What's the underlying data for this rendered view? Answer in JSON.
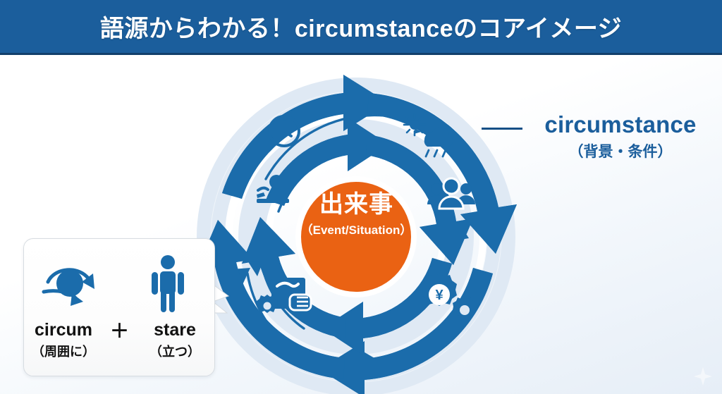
{
  "header": {
    "title": "語源からわかる！circumstanceのコアイメージ"
  },
  "diagram": {
    "center": {
      "label_jp": "出来事",
      "label_en": "（Event/Situation）",
      "color": "#ea6213"
    },
    "ring_color": "#1b6cab",
    "ring_band_color": "#dde8f4",
    "icons": [
      {
        "name": "clock-icon",
        "title": "時間",
        "position": "top-left"
      },
      {
        "name": "weather-icon",
        "title": "天候",
        "position": "top-right"
      },
      {
        "name": "people-icon",
        "title": "人々",
        "position": "right"
      },
      {
        "name": "money-gear-icon",
        "title": "経済",
        "position": "bottom-right"
      },
      {
        "name": "contract-hand-icon",
        "title": "取引",
        "position": "bottom-left"
      },
      {
        "name": "person-desk-icon",
        "title": "仕事",
        "position": "left"
      }
    ]
  },
  "side_label": {
    "english": "circumstance",
    "japanese": "（背景・条件）",
    "color": "#1b5e9c"
  },
  "callout": {
    "parts": [
      {
        "icon": "orbit-icon",
        "en": "circum",
        "jp": "（周囲に）"
      },
      {
        "icon": "person-icon",
        "en": "stare",
        "jp": "（立つ）"
      }
    ],
    "operator": "＋",
    "accent": "#1b6cab"
  }
}
